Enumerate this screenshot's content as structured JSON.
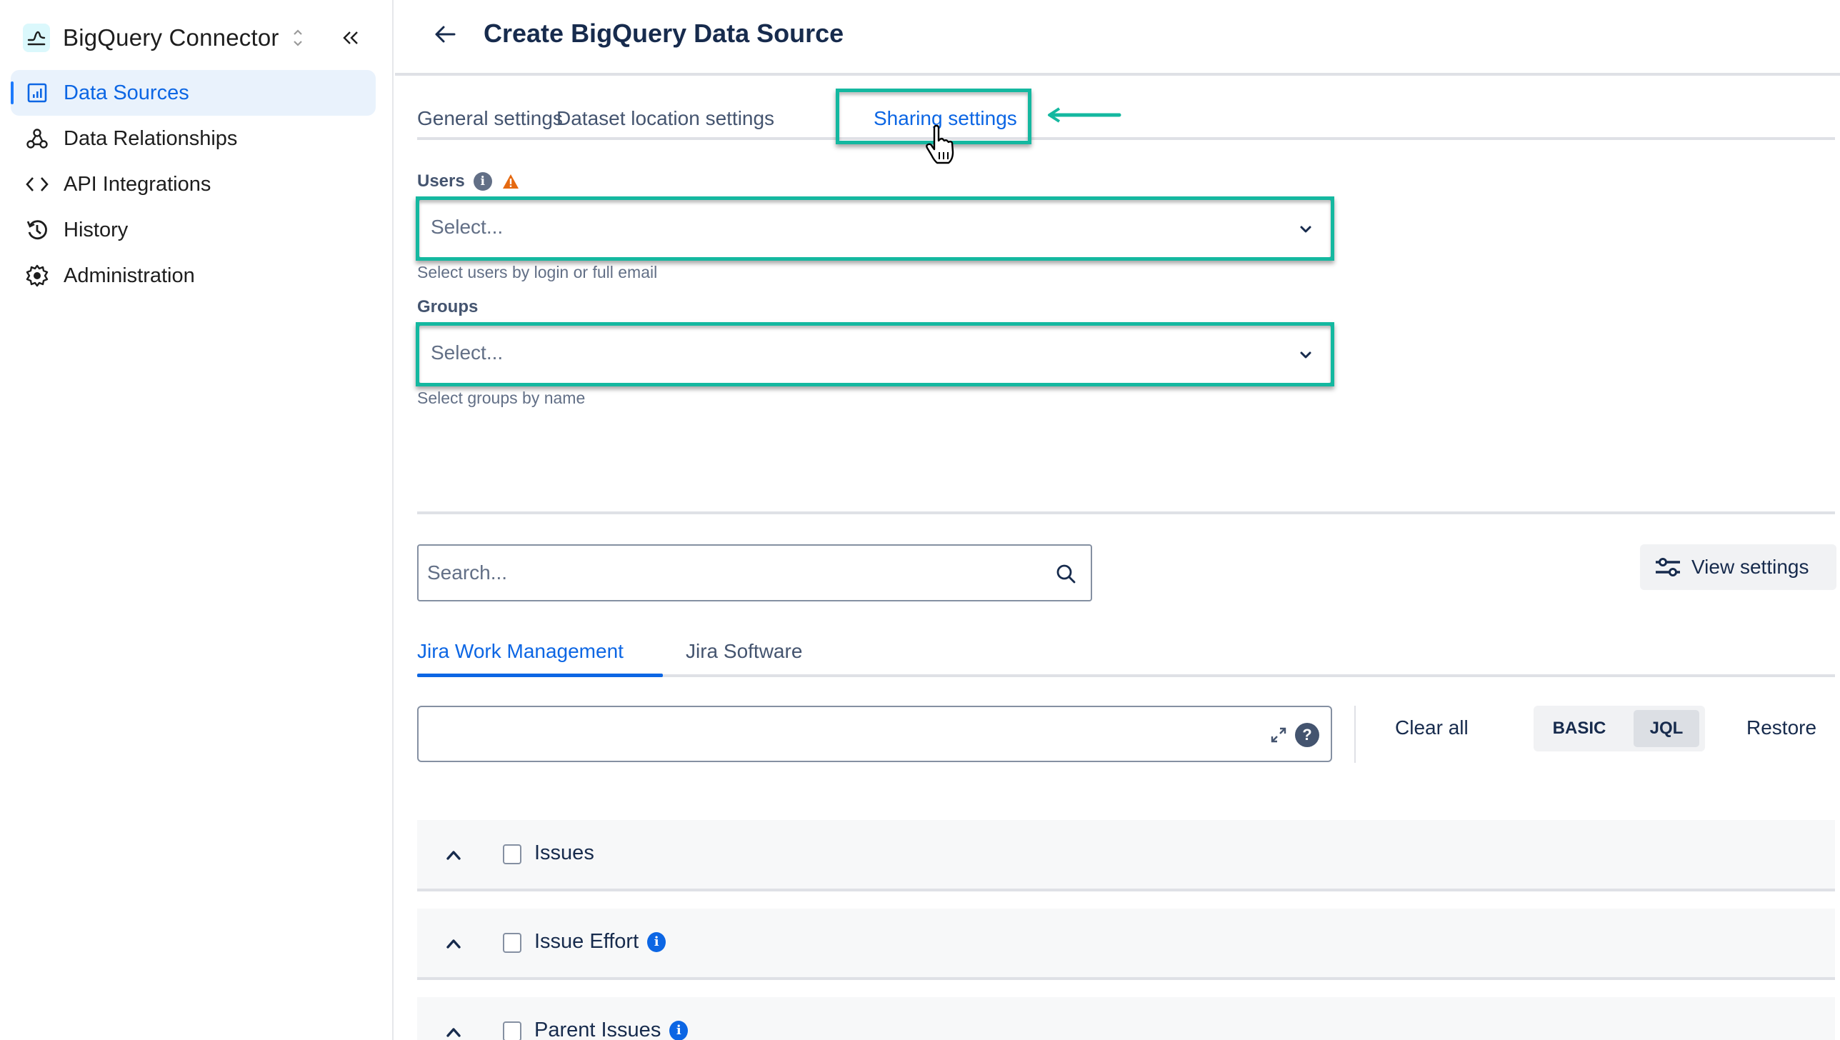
{
  "sidebar": {
    "app_title": "BigQuery Connector",
    "app_icon": "bigquery-logo-icon",
    "switcher_icon": "chevron-up-down-icon",
    "collapse_icon": "double-chevron-left-icon",
    "items": [
      {
        "label": "Data Sources",
        "icon": "bar-chart-icon",
        "active": true
      },
      {
        "label": "Data Relationships",
        "icon": "webhook-icon",
        "active": false
      },
      {
        "label": "API Integrations",
        "icon": "code-brackets-icon",
        "active": false
      },
      {
        "label": "History",
        "icon": "history-icon",
        "active": false
      },
      {
        "label": "Administration",
        "icon": "gear-icon",
        "active": false
      }
    ]
  },
  "header": {
    "back_icon": "arrow-left-icon",
    "title": "Create BigQuery Data Source"
  },
  "settings_tabs": [
    {
      "label": "General settings",
      "active": false
    },
    {
      "label": "Dataset location settings",
      "active": false
    },
    {
      "label": "Sharing settings",
      "active": true
    }
  ],
  "sharing": {
    "users": {
      "label": "Users",
      "placeholder": "Select...",
      "helper": "Select users by login or full email",
      "icons": [
        "info-icon",
        "warning-icon"
      ]
    },
    "groups": {
      "label": "Groups",
      "placeholder": "Select...",
      "helper": "Select groups by name"
    }
  },
  "toolbar": {
    "search_placeholder": "Search...",
    "view_settings_label": "View settings"
  },
  "product_tabs": [
    {
      "label": "Jira Work Management",
      "active": true
    },
    {
      "label": "Jira Software",
      "active": false
    }
  ],
  "query_bar": {
    "jql_value": "",
    "help_glyph": "?",
    "clear_all_label": "Clear all",
    "modes": [
      {
        "label": "BASIC",
        "active": false
      },
      {
        "label": "JQL",
        "active": true
      }
    ],
    "restore_label": "Restore"
  },
  "entities": [
    {
      "label": "Issues",
      "checked": false,
      "has_info": false
    },
    {
      "label": "Issue Effort",
      "checked": false,
      "has_info": true
    },
    {
      "label": "Parent Issues",
      "checked": false,
      "has_info": true
    }
  ],
  "annotations": {
    "highlight_color": "#14B8A0",
    "info_glyph": "i"
  }
}
